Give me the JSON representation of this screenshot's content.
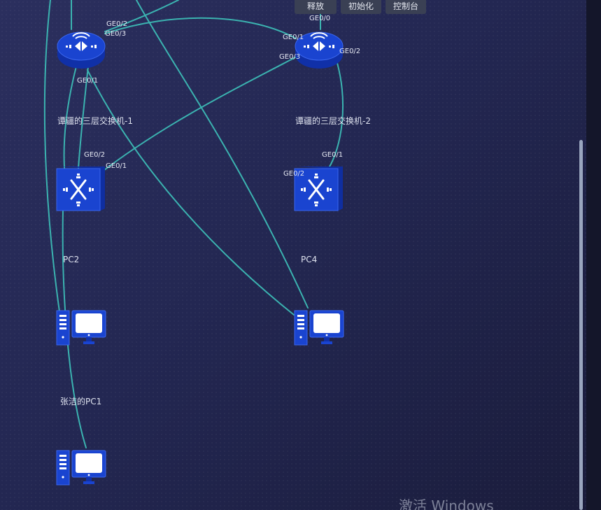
{
  "toolbar": {
    "release": "释放",
    "init": "初始化",
    "console": "控制台"
  },
  "devices": {
    "router1": {
      "name": "谭疆的三层交换机-1",
      "ports": {
        "ge02": "GE0/2",
        "ge03": "GE0/3",
        "ge01": "GE0/1"
      }
    },
    "router2": {
      "name": "谭疆的三层交换机-2",
      "ports": {
        "ge00": "GE0/0",
        "ge01": "GE0/1",
        "ge02": "GE0/2",
        "ge03": "GE0/3"
      }
    },
    "switch1": {
      "ports": {
        "ge02": "GE0/2",
        "ge01": "GE0/1"
      }
    },
    "switch2": {
      "ports": {
        "ge01": "GE0/1",
        "ge02": "GE0/2"
      }
    },
    "pc2": {
      "name": "PC2"
    },
    "pc4": {
      "name": "PC4"
    },
    "pc1": {
      "name": "张洁的PC1"
    }
  },
  "watermark": "激活 Windows",
  "colors": {
    "link": "#3bb3b0",
    "device_blue": "#1a3fc4",
    "background": "#252a55"
  }
}
